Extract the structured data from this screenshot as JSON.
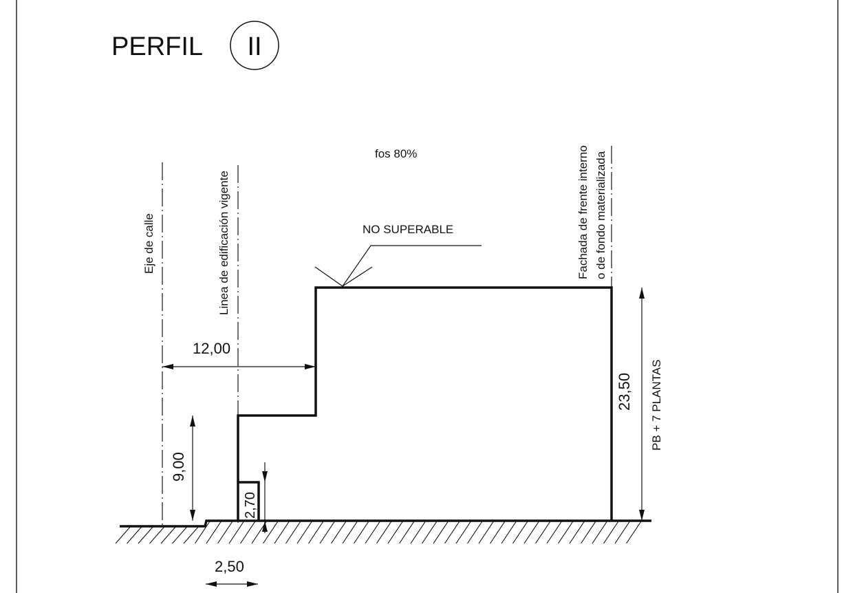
{
  "title": "PERFIL",
  "roman_numeral": "II",
  "fos_label": "fos 80%",
  "no_superable_label": "NO SUPERABLE",
  "axis_labels": {
    "eje_de_calle": "Eje de calle",
    "linea_edificacion": "Linea de edificación vigente",
    "fachada_line1": "Fachada de frente interno",
    "fachada_line2": "o de fondo materializada"
  },
  "dimensions": {
    "setback_12": "12,00",
    "height_9": "9,00",
    "height_2_70": "2,70",
    "height_23_50": "23,50",
    "sidewalk_2_50": "2,50"
  },
  "plantas_label": "PB + 7 PLANTAS",
  "colors": {
    "line": "#111111",
    "background": "#ffffff"
  }
}
